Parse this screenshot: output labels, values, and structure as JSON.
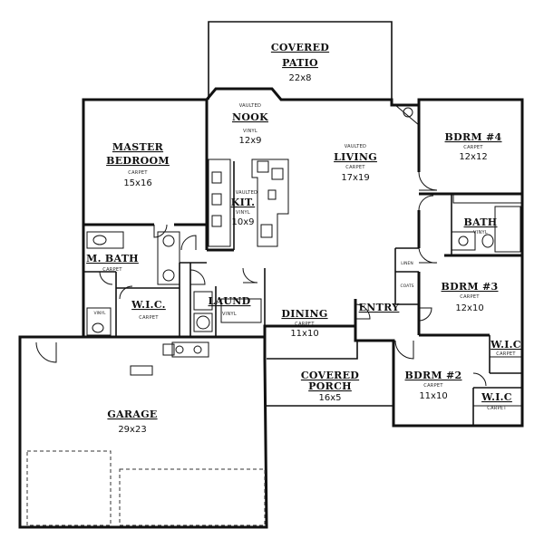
{
  "rooms": {
    "patio": {
      "name_1": "COVERED",
      "name_2": "PATIO",
      "dim": "22x8"
    },
    "nook": {
      "sub": "VAULTED",
      "name": "NOOK",
      "floor": "VINYL",
      "dim": "12x9"
    },
    "living": {
      "sub": "VAULTED",
      "name": "LIVING",
      "floor": "CARPET",
      "dim": "17x19"
    },
    "master": {
      "name_1": "MASTER",
      "name_2": "BEDROOM",
      "floor": "CARPET",
      "dim": "15x16"
    },
    "kit": {
      "sub": "VAULTED",
      "name": "KIT.",
      "floor": "VINYL",
      "dim": "10x9"
    },
    "bdrm4": {
      "name": "BDRM #4",
      "floor": "CARPET",
      "dim": "12x12"
    },
    "bath": {
      "name": "BATH",
      "floor": "VINYL"
    },
    "mbath": {
      "name": "M. BATH",
      "floor": "CARPET"
    },
    "mwic": {
      "name": "W.I.C.",
      "floor": "CARPET"
    },
    "laund": {
      "name": "LAUND",
      "floor": "VINYL"
    },
    "dining": {
      "name": "DINING",
      "floor": "CARPET",
      "dim": "11x10"
    },
    "entry": {
      "name": "ENTRY"
    },
    "bdrm3": {
      "name": "BDRM #3",
      "floor": "CARPET",
      "dim": "12x10"
    },
    "wic3": {
      "name": "W.I.C",
      "floor": "CARPET"
    },
    "bdrm2": {
      "name": "BDRM #2",
      "floor": "CARPET",
      "dim": "11x10"
    },
    "wic2": {
      "name": "W.I.C",
      "floor": "CARPET"
    },
    "porch": {
      "name_1": "COVERED",
      "name_2": "PORCH",
      "dim": "16x5"
    },
    "garage": {
      "name": "GARAGE",
      "dim": "29x23"
    }
  },
  "labels": {
    "coats": "COATS",
    "linen": "LINEN",
    "vinyl": "VINYL"
  }
}
